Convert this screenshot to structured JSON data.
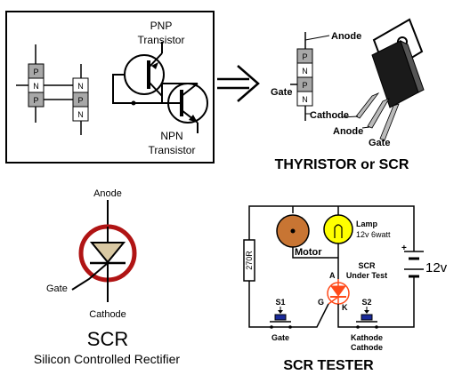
{
  "transistor_panel": {
    "pnp_label_1": "PNP",
    "pnp_label_2": "Transistor",
    "npn_label_1": "NPN",
    "npn_label_2": "Transistor",
    "layers_left": [
      "P",
      "N",
      "P"
    ],
    "layers_right": [
      "N",
      "P",
      "N"
    ]
  },
  "thyristor": {
    "layers": [
      "P",
      "N",
      "P",
      "N"
    ],
    "anode_label": "Anode",
    "gate_label": "Gate",
    "cathode_label": "Cathode",
    "pkg_anode_label": "Anode",
    "pkg_gate_label": "Gate",
    "caption": "THYRISTOR or SCR"
  },
  "scr_symbol": {
    "anode_label": "Anode",
    "gate_label": "Gate",
    "cathode_label": "Cathode",
    "title": "SCR",
    "subtitle": "Silicon Controlled Rectifier",
    "colors": {
      "ring": "#b01414",
      "triangle_fill": "#d9c9a3"
    }
  },
  "tester": {
    "resistor_label": "270R",
    "motor_label": "Motor",
    "lamp_label_1": "Lamp",
    "lamp_label_2": "12v  6watt",
    "scr_label_1": "SCR",
    "scr_label_2": "Under Test",
    "battery_label": "12v",
    "plus_label": "+",
    "anode_pin": "A",
    "gate_pin": "G",
    "cathode_pin": "K",
    "s1_label": "S1",
    "s2_label": "S2",
    "s1_caption": "Gate",
    "s2_caption_1": "Kathode",
    "s2_caption_2": "Cathode",
    "caption": "SCR TESTER",
    "colors": {
      "motor": "#c87533",
      "lamp": "#ffff00",
      "switch": "#1a2a9a",
      "scr": "#ff4a1a"
    }
  }
}
